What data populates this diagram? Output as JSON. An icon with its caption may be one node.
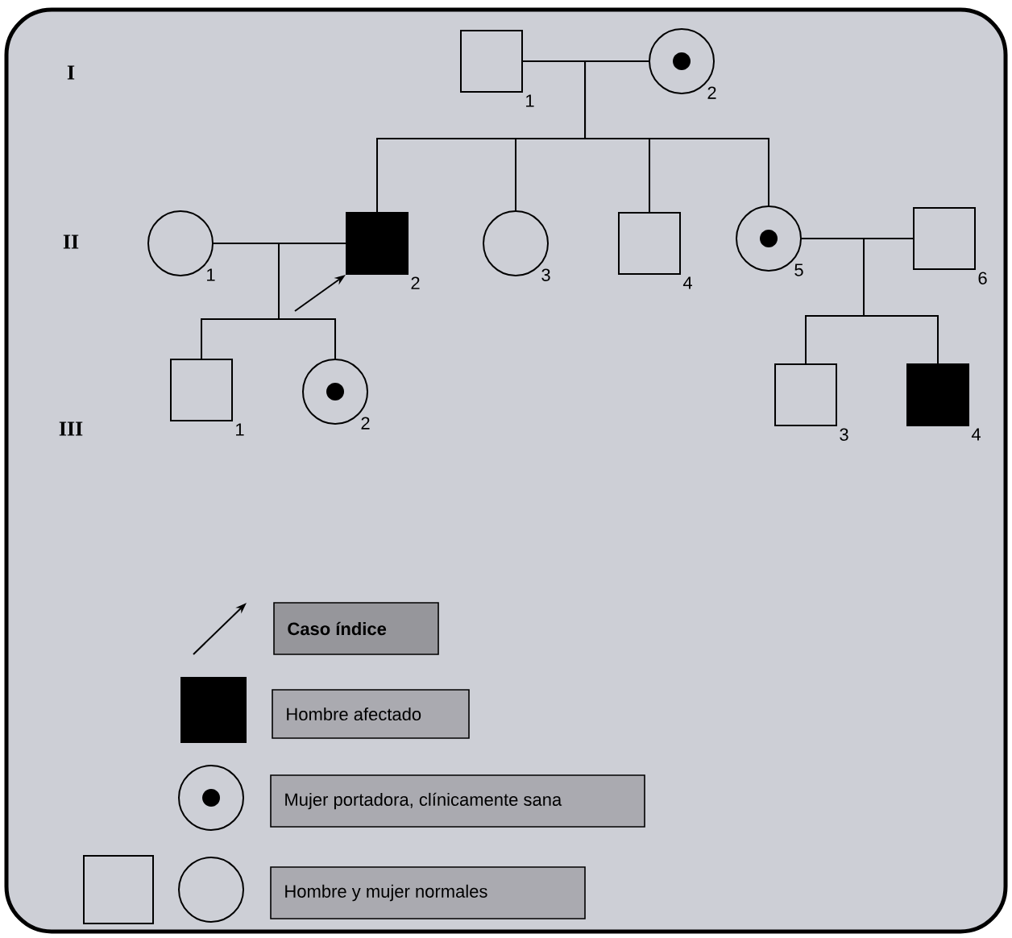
{
  "diagram": {
    "nodes": [
      {
        "text": [],
        "shape": "box",
        "beside": [
          "1"
        ]
      },
      {
        "text": [],
        "shape": "circle",
        "beside": [
          "2"
        ]
      },
      {
        "text": [],
        "shape": "circle",
        "beside": [
          "1"
        ]
      },
      {
        "text": [],
        "shape": "box",
        "beside": [
          "2"
        ]
      },
      {
        "text": [],
        "shape": "circle",
        "beside": [
          "3"
        ]
      },
      {
        "text": [],
        "shape": "box",
        "beside": [
          "4"
        ]
      },
      {
        "text": [],
        "shape": "circle",
        "beside": [
          "5"
        ]
      },
      {
        "text": [],
        "shape": "box",
        "beside": [
          "6"
        ]
      },
      {
        "text": [],
        "shape": "box",
        "beside": [
          "1"
        ]
      },
      {
        "text": [],
        "shape": "circle",
        "beside": [
          "2"
        ]
      },
      {
        "text": [],
        "shape": "box",
        "beside": [
          "3"
        ]
      },
      {
        "text": [],
        "shape": "box",
        "beside": [
          "4"
        ]
      }
    ],
    "edges": [
      {
        "from": 0,
        "to": 1,
        "arrow": "none"
      },
      {
        "from": 0,
        "to": 3,
        "arrow": "none"
      },
      {
        "from": 0,
        "to": 4,
        "arrow": "none"
      },
      {
        "from": 0,
        "to": 5,
        "arrow": "none"
      },
      {
        "from": 0,
        "to": 6,
        "arrow": "none"
      },
      {
        "from": 1,
        "to": 3,
        "arrow": "none"
      },
      {
        "from": 1,
        "to": 4,
        "arrow": "none"
      },
      {
        "from": 1,
        "to": 5,
        "arrow": "none"
      },
      {
        "from": 1,
        "to": 6,
        "arrow": "none"
      },
      {
        "from": 2,
        "to": 3,
        "arrow": "none"
      },
      {
        "from": 2,
        "to": 8,
        "arrow": "none"
      },
      {
        "from": 2,
        "to": 9,
        "arrow": "none"
      },
      {
        "from": 3,
        "to": 8,
        "arrow": "none"
      },
      {
        "from": 3,
        "to": 9,
        "arrow": "none"
      },
      {
        "from": 6,
        "to": 7,
        "arrow": "none"
      },
      {
        "from": 6,
        "to": 10,
        "arrow": "none"
      },
      {
        "from": 6,
        "to": 11,
        "arrow": "none"
      },
      {
        "from": 7,
        "to": 10,
        "arrow": "none"
      },
      {
        "from": 7,
        "to": 11,
        "arrow": "none"
      },
      {
        "from": null,
        "to": 3,
        "arrow": "to"
      }
    ],
    "labels": [
      "I",
      "II",
      "III"
    ],
    "legend": [
      {
        "text": "Caso índice"
      },
      {
        "text": "Hombre afectado"
      },
      {
        "text": "Mujer portadora, clínicamente sana"
      },
      {
        "text": "Hombre y mujer normales"
      }
    ]
  }
}
